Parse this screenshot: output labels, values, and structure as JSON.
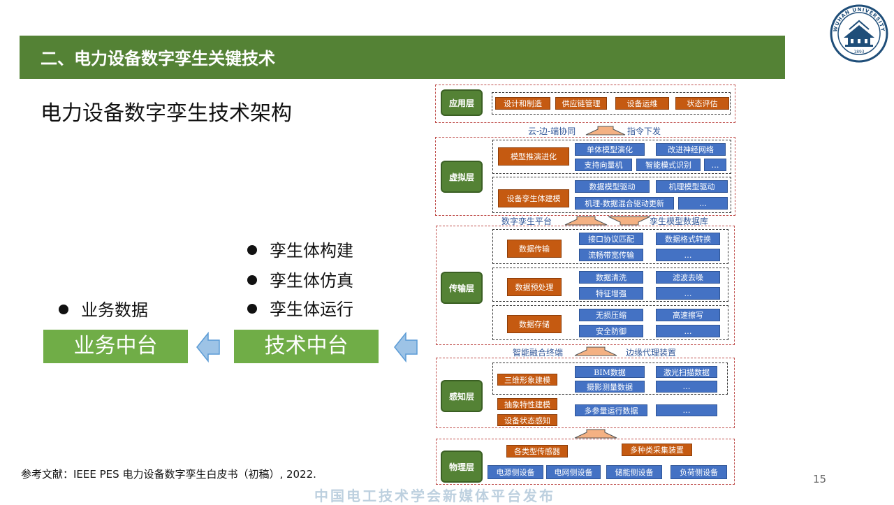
{
  "header": {
    "title": "二、电力设备数字孪生关键技术"
  },
  "logo": {
    "icon": "university-seal-icon",
    "ring_text": "WUHAN UNIVERSITY",
    "year": "1893"
  },
  "subtitle": "电力设备数字孪生技术架构",
  "left": {
    "bullets_tech": [
      "孪生体构建",
      "孪生体仿真",
      "孪生体运行"
    ],
    "bullets_business": [
      "业务数据"
    ],
    "business_platform": "业务中台",
    "tech_platform": "技术中台"
  },
  "diagram": {
    "app": {
      "label": "应用层",
      "items": [
        "设计和制造",
        "供应链管理",
        "设备运维",
        "状态评估"
      ]
    },
    "conn1": {
      "left": "云-边-端协同",
      "right": "指令下发"
    },
    "virtual": {
      "label": "虚拟层",
      "g1": {
        "name": "模型推演进化",
        "items": [
          "单体模型演化",
          "改进神经网络",
          "支持向量机",
          "智能模式识别",
          "…"
        ]
      },
      "g2": {
        "name": "设备孪生体建模",
        "items": [
          "数据模型驱动",
          "机理模型驱动",
          "机理-数据混合驱动更新",
          "…"
        ]
      }
    },
    "conn2": {
      "left": "数字孪生平台",
      "right": "孪生模型数据库"
    },
    "transport": {
      "label": "传输层",
      "g1": {
        "name": "数据传输",
        "items": [
          "接口协议匹配",
          "数据格式转换",
          "流畅带宽传输",
          "…"
        ]
      },
      "g2": {
        "name": "数据预处理",
        "items": [
          "数据清洗",
          "滤波去噪",
          "特征增强",
          "…"
        ]
      },
      "g3": {
        "name": "数据存储",
        "items": [
          "无损压缩",
          "高速擦写",
          "安全防御",
          "…"
        ]
      }
    },
    "conn3": {
      "left": "智能融合终端",
      "right": "边缘代理装置"
    },
    "perception": {
      "label": "感知层",
      "g1": {
        "name": "三维形象建模",
        "items": [
          "BIM数据",
          "激光扫描数据",
          "摄影测量数据",
          "…"
        ]
      },
      "g2": {
        "name": "抽象特性建模"
      },
      "g3": {
        "name": "设备状态感知",
        "items": [
          "多参量运行数据",
          "…"
        ]
      }
    },
    "physical": {
      "label": "物理层",
      "top": [
        "各类型传感器",
        "多种类采集装置"
      ],
      "items": [
        "电源侧设备",
        "电网侧设备",
        "储能侧设备",
        "负荷侧设备"
      ]
    }
  },
  "reference": "参考文献：IEEE PES 电力设备数字孪生白皮书（初稿）, 2022.",
  "page_number": "15",
  "watermark": "中国电工技术学会新媒体平台发布",
  "colors": {
    "header": "#548235",
    "green_box": "#70ad47",
    "orange": "#c55a11",
    "blue": "#4472c4",
    "arrow": "#9dc3e6"
  }
}
